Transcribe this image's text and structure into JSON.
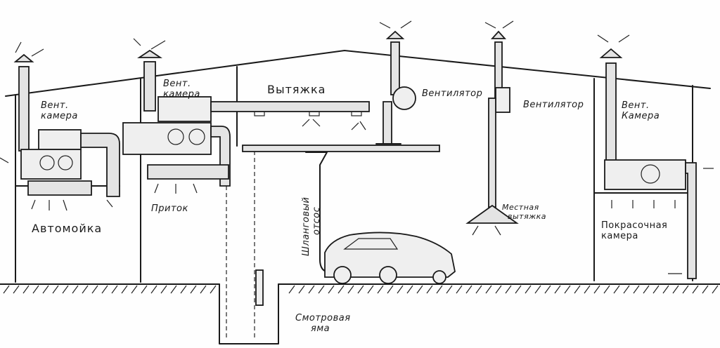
{
  "labels": {
    "vent_chamber_left": [
      "Вент.",
      "камера"
    ],
    "vent_chamber_middle": [
      "Вент.",
      "камера"
    ],
    "exhaust": "Вытяжка",
    "fan_1": "Вентилятор",
    "fan_2": "Вентилятор",
    "vent_chamber_right": [
      "Вент.",
      "Камера"
    ],
    "car_wash": "Автомойка",
    "supply": "Приток",
    "hose_extraction": [
      "Шланговый",
      "отсос"
    ],
    "local_exhaust": [
      "Местная",
      "вытяжка"
    ],
    "paint_booth": [
      "Покрасочная",
      "камера"
    ],
    "inspection_pit": [
      "Смотровая",
      "яма"
    ]
  }
}
